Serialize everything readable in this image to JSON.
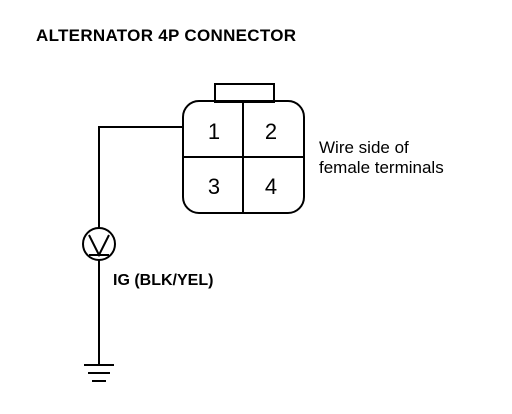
{
  "diagram": {
    "title": "ALTERNATOR 4P CONNECTOR",
    "connector": {
      "pins": [
        "1",
        "2",
        "3",
        "4"
      ],
      "note_line1": "Wire side of",
      "note_line2": "female terminals"
    },
    "meter": {
      "symbol": "V",
      "icon": "voltmeter-icon"
    },
    "signal_label": "IG (BLK/YEL)",
    "ground": {
      "icon": "ground-icon"
    },
    "colors": {
      "ink": "#000000",
      "background": "#ffffff"
    }
  }
}
